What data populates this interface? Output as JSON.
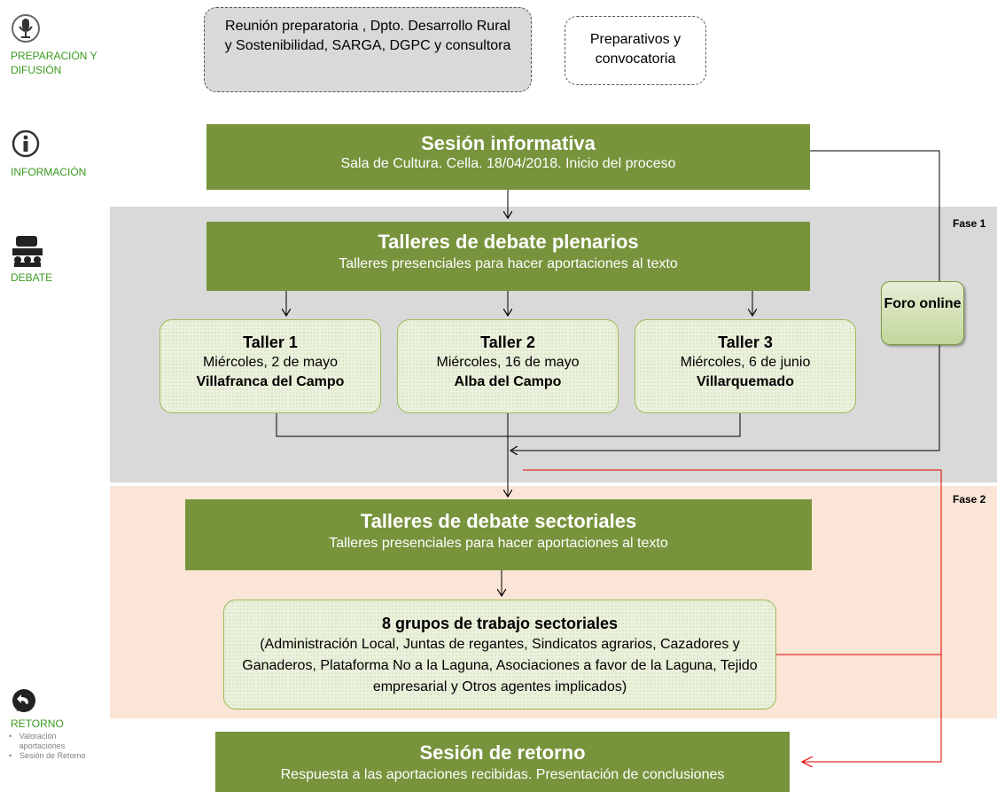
{
  "sidebar": {
    "preparacion": "PREPARACIÓN Y DIFUSIÓN",
    "informacion": "INFORMACIÓN",
    "debate": "DEBATE",
    "retorno": "RETORNO",
    "retorno_items": [
      "Valoración aportaciones",
      "Sesión de Retorno"
    ]
  },
  "prep": {
    "reunion": "Reunión preparatoria , Dpto. Desarrollo Rural y Sostenibilidad, SARGA, DGPC y consultora",
    "preparativos": "Preparativos y convocatoria"
  },
  "sesion_informativa": {
    "title": "Sesión informativa",
    "subtitle": "Sala de Cultura. Cella. 18/04/2018. Inicio del proceso"
  },
  "phases": {
    "fase1": "Fase 1",
    "fase2": "Fase 2"
  },
  "plenarios": {
    "title": "Talleres de debate plenarios",
    "subtitle": "Talleres presenciales para hacer aportaciones al texto"
  },
  "foro": "Foro online",
  "talleres": [
    {
      "title": "Taller 1",
      "date": "Miércoles, 2 de mayo",
      "place": "Villafranca del Campo"
    },
    {
      "title": "Taller 2",
      "date": "Miércoles, 16 de mayo",
      "place": "Alba del Campo"
    },
    {
      "title": "Taller 3",
      "date": "Miércoles, 6 de junio",
      "place": "Villarquemado"
    }
  ],
  "sectoriales": {
    "title": "Talleres de debate sectoriales",
    "subtitle": "Talleres presenciales para hacer aportaciones al texto"
  },
  "grupos": {
    "title": "8 grupos de trabajo sectoriales",
    "body": "(Administración Local, Juntas de regantes, Sindicatos agrarios, Cazadores y Ganaderos, Plataforma No a la Laguna, Asociaciones a favor de la Laguna, Tejido empresarial y Otros agentes implicados)"
  },
  "retorno": {
    "title": "Sesión de retorno",
    "subtitle": "Respuesta a las aportaciones recibidas. Presentación de conclusiones"
  },
  "colors": {
    "green": "#77933c",
    "light_green": "#ebf1de",
    "gray_band": "#d9d9d9",
    "peach_band": "#fbe5d6",
    "red_line": "#e00000",
    "sidebar_green": "#3a9a1e"
  }
}
